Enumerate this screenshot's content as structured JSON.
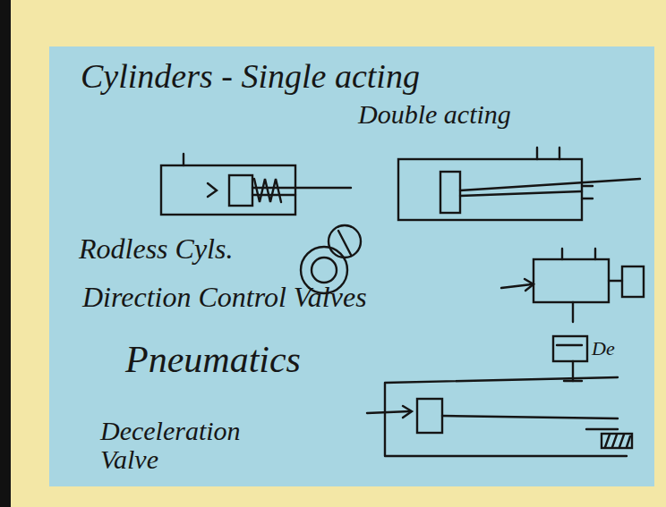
{
  "diagram": {
    "labels": [
      "Cylinders - Single acting",
      "Double acting",
      "Rodless Cyls.",
      "Direction Control Valves",
      "Pneumatics",
      "De",
      "Deceleration Valve"
    ]
  }
}
